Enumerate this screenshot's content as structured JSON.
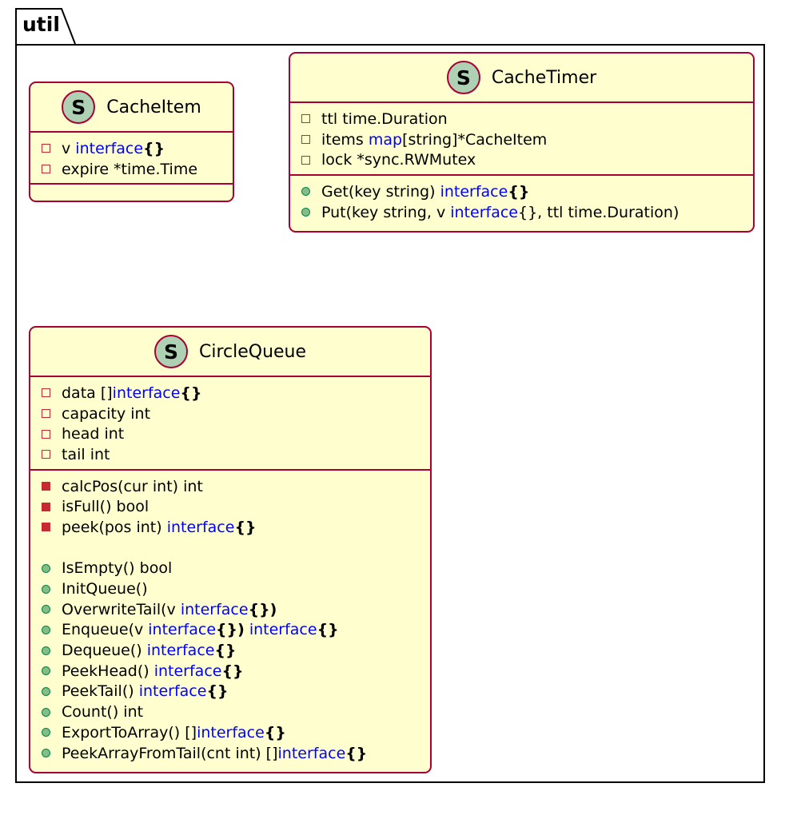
{
  "package": {
    "name": "util"
  },
  "classes": [
    {
      "stereotype": "S",
      "name": "CacheItem",
      "fields": [
        {
          "visibility": "private",
          "parts": [
            [
              "v ",
              ""
            ],
            [
              "interface",
              "kw"
            ],
            [
              "{}",
              "b"
            ]
          ]
        },
        {
          "visibility": "private",
          "parts": [
            [
              "expire *time.Time",
              ""
            ]
          ]
        }
      ],
      "methods": []
    },
    {
      "stereotype": "S",
      "name": "CacheTimer",
      "fields": [
        {
          "visibility": "private",
          "parts": [
            [
              "ttl time.Duration",
              ""
            ]
          ]
        },
        {
          "visibility": "private",
          "parts": [
            [
              "items ",
              ""
            ],
            [
              "map",
              "kw"
            ],
            [
              "[string]*CacheItem",
              ""
            ]
          ]
        },
        {
          "visibility": "private",
          "parts": [
            [
              "lock *sync.RWMutex",
              ""
            ]
          ]
        }
      ],
      "methods": [
        {
          "visibility": "public",
          "parts": [
            [
              "Get(key string) ",
              ""
            ],
            [
              "interface",
              "kw"
            ],
            [
              "{}",
              "b"
            ]
          ]
        },
        {
          "visibility": "public",
          "parts": [
            [
              "Put(key string, v ",
              ""
            ],
            [
              "interface",
              "kw"
            ],
            [
              "{}, ttl time.Duration)",
              ""
            ]
          ]
        }
      ]
    },
    {
      "stereotype": "S",
      "name": "CircleQueue",
      "fields": [
        {
          "visibility": "private",
          "parts": [
            [
              "data []",
              ""
            ],
            [
              "interface",
              "kw"
            ],
            [
              "{}",
              "b"
            ]
          ]
        },
        {
          "visibility": "private",
          "parts": [
            [
              "capacity int",
              ""
            ]
          ]
        },
        {
          "visibility": "private",
          "parts": [
            [
              "head int",
              ""
            ]
          ]
        },
        {
          "visibility": "private",
          "parts": [
            [
              "tail int",
              ""
            ]
          ]
        }
      ],
      "methods": [
        {
          "visibility": "private",
          "parts": [
            [
              "calcPos(cur int) int",
              ""
            ]
          ]
        },
        {
          "visibility": "private",
          "parts": [
            [
              "isFull() bool",
              ""
            ]
          ]
        },
        {
          "visibility": "private",
          "parts": [
            [
              "peek(pos int) ",
              ""
            ],
            [
              "interface",
              "kw"
            ],
            [
              "{}",
              "b"
            ]
          ]
        },
        {
          "gap": true
        },
        {
          "visibility": "public",
          "parts": [
            [
              "IsEmpty() bool",
              ""
            ]
          ]
        },
        {
          "visibility": "public",
          "parts": [
            [
              "InitQueue()",
              ""
            ]
          ]
        },
        {
          "visibility": "public",
          "parts": [
            [
              "OverwriteTail(v ",
              ""
            ],
            [
              "interface",
              "kw"
            ],
            [
              "{})",
              "b"
            ]
          ]
        },
        {
          "visibility": "public",
          "parts": [
            [
              "Enqueue(v ",
              ""
            ],
            [
              "interface",
              "kw"
            ],
            [
              "{})",
              "b"
            ],
            [
              " ",
              ""
            ],
            [
              "interface",
              "kw"
            ],
            [
              "{}",
              "b"
            ]
          ]
        },
        {
          "visibility": "public",
          "parts": [
            [
              "Dequeue() ",
              ""
            ],
            [
              "interface",
              "kw"
            ],
            [
              "{}",
              "b"
            ]
          ]
        },
        {
          "visibility": "public",
          "parts": [
            [
              "PeekHead() ",
              ""
            ],
            [
              "interface",
              "kw"
            ],
            [
              "{}",
              "b"
            ]
          ]
        },
        {
          "visibility": "public",
          "parts": [
            [
              "PeekTail() ",
              ""
            ],
            [
              "interface",
              "kw"
            ],
            [
              "{}",
              "b"
            ]
          ]
        },
        {
          "visibility": "public",
          "parts": [
            [
              "Count() int",
              ""
            ]
          ]
        },
        {
          "visibility": "public",
          "parts": [
            [
              "ExportToArray() []",
              ""
            ],
            [
              "interface",
              "kw"
            ],
            [
              "{}",
              "b"
            ]
          ]
        },
        {
          "visibility": "public",
          "parts": [
            [
              "PeekArrayFromTail(cnt int) []",
              ""
            ],
            [
              "interface",
              "kw"
            ],
            [
              "{}",
              "b"
            ]
          ]
        }
      ]
    }
  ],
  "colors": {
    "class_fill": "#fefece",
    "class_border": "#a80036",
    "stereotype_circle": "#add1b2",
    "keyword": "#0000ff",
    "private_marker": "#c82930",
    "public_marker": "#84be84"
  }
}
